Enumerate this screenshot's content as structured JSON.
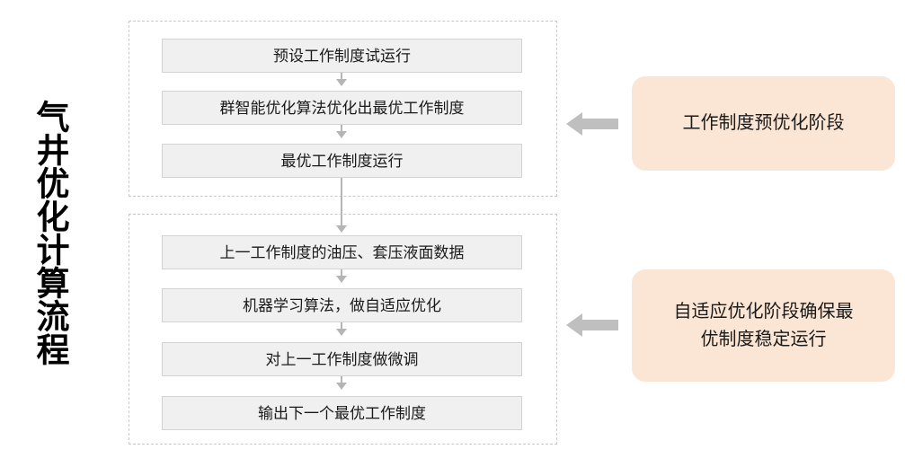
{
  "title": {
    "text": "气井优化计算流程"
  },
  "colors": {
    "step_fill": "#f0f0f0",
    "step_border": "#d3d3d3",
    "group_border": "#c8c8c8",
    "callout_fill": "#fbe6d5",
    "connector": "#b5b5b5",
    "block_arrow": "#bfbfbf",
    "text": "#1a1a1a",
    "background": "#ffffff"
  },
  "groups": [
    {
      "name": "pre-optimization-phase",
      "steps": [
        {
          "label": "预设工作制度试运行"
        },
        {
          "label": "群智能优化算法优化出最优工作制度"
        },
        {
          "label": "最优工作制度运行"
        }
      ]
    },
    {
      "name": "adaptive-optimization-phase",
      "steps": [
        {
          "label": "上一工作制度的油压、套压液面数据"
        },
        {
          "label": "机器学习算法，做自适应优化"
        },
        {
          "label": "对上一工作制度做微调"
        },
        {
          "label": "输出下一个最优工作制度"
        }
      ]
    }
  ],
  "callouts": [
    {
      "name": "pre-optimization",
      "lines": [
        "工作制度预优化阶段"
      ],
      "arrow_icon": "left-block-arrow-icon"
    },
    {
      "name": "adaptive-optimization",
      "lines": [
        "自适应优化阶段确保最",
        "优制度稳定运行"
      ],
      "arrow_icon": "left-block-arrow-icon"
    }
  ]
}
